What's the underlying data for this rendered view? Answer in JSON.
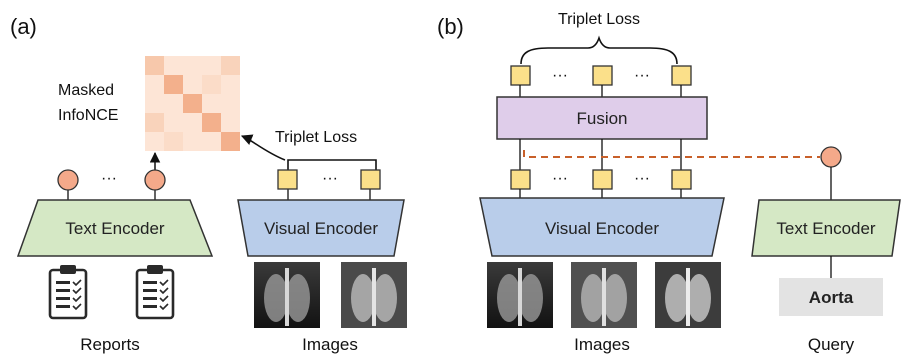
{
  "panels": {
    "a": {
      "tag": "(a)",
      "masked_label_1": "Masked",
      "masked_label_2": "InfoNCE",
      "triplet_loss": "Triplet Loss",
      "ellipsis_text": "···",
      "ellipsis_visual": "···",
      "text_encoder": "Text Encoder",
      "visual_encoder": "Visual Encoder",
      "reports_label": "Reports",
      "images_label": "Images"
    },
    "b": {
      "tag": "(b)",
      "triplet_loss": "Triplet Loss",
      "ellipsis_1": "···",
      "ellipsis_2": "···",
      "ellipsis_3": "···",
      "ellipsis_4": "···",
      "fusion": "Fusion",
      "visual_encoder": "Visual Encoder",
      "text_encoder": "Text Encoder",
      "query_text": "Aorta",
      "images_label": "Images",
      "query_label": "Query"
    }
  },
  "colors": {
    "text_encoder_fill": "#d5e8c5",
    "visual_encoder_fill": "#b9cdea",
    "fusion_fill": "#dfcdea",
    "feature_square": "#fbe08a",
    "text_node": "#f4a98a",
    "matrix_light": "#fde5d6",
    "matrix_dark": "#f3b08c",
    "dashed_line": "#c8602a"
  }
}
